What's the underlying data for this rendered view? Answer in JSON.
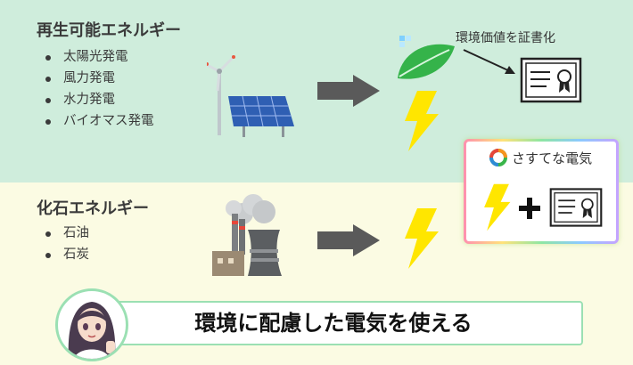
{
  "renewable": {
    "title": "再生可能エネルギー",
    "items": [
      "太陽光発電",
      "風力発電",
      "水力発電",
      "バイオマス発電"
    ]
  },
  "fossil": {
    "title": "化石エネルギー",
    "items": [
      "石油",
      "石炭"
    ]
  },
  "certificate_note": "環境価値を証書化",
  "brand": {
    "name": "さすてな電気"
  },
  "banner": {
    "text": "環境に配慮した電気を使える"
  },
  "colors": {
    "top_bg": "#cfeddc",
    "bottom_bg": "#fbfbe3",
    "arrow": "#5a5a5a",
    "bolt": "#ffe600",
    "leaf": "#35b34a"
  }
}
